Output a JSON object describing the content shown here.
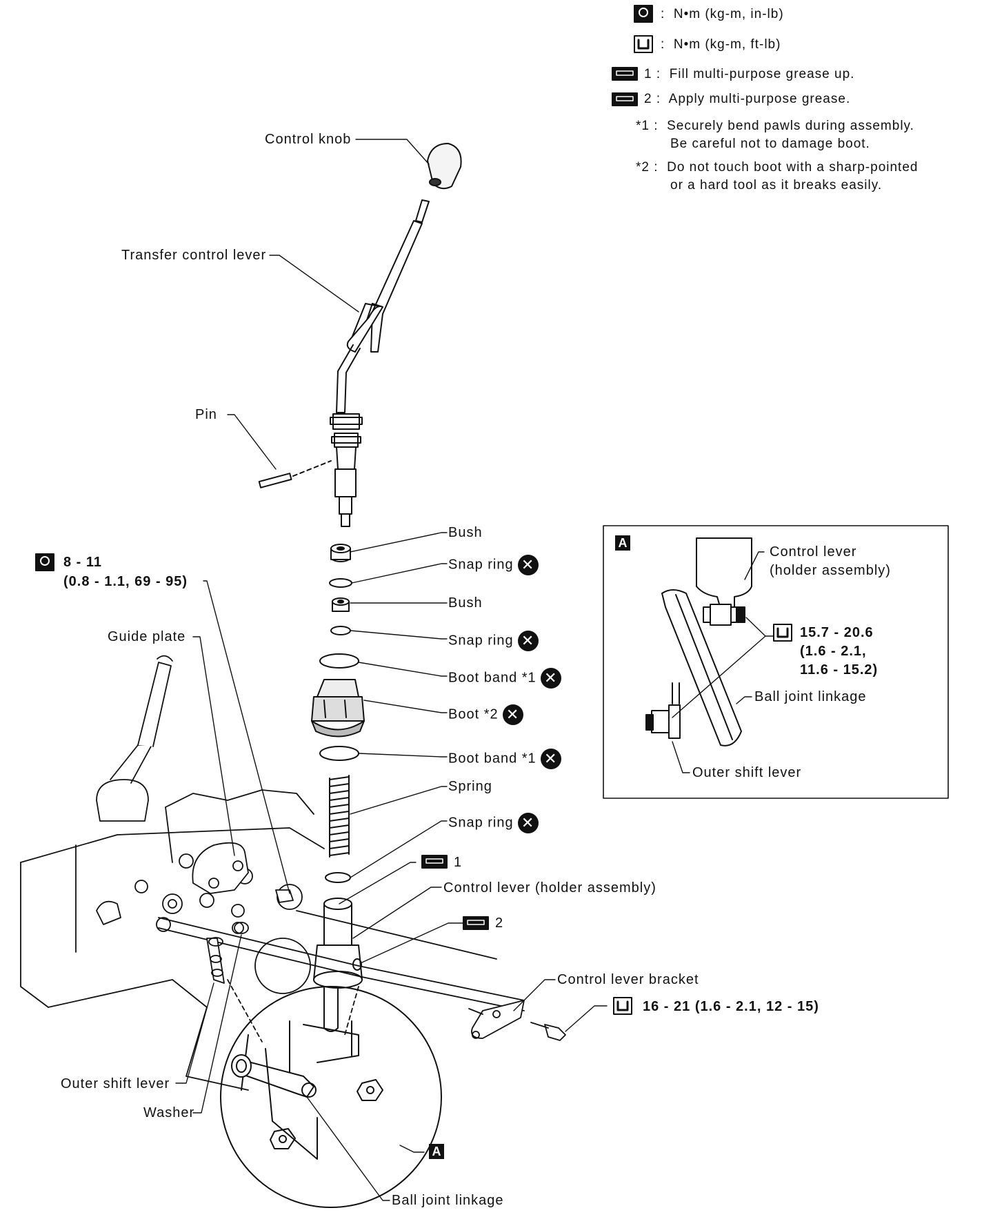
{
  "legend": {
    "torque_inlb": "N•m (kg-m, in-lb)",
    "torque_ftlb": "N•m (kg-m, ft-lb)",
    "grease1_num": "1",
    "grease1_text": "Fill multi-purpose grease up.",
    "grease2_num": "2",
    "grease2_text": "Apply multi-purpose grease.",
    "note1_mark": "*1",
    "note1_line1": "Securely bend pawls during assembly.",
    "note1_line2": "Be careful not to damage boot.",
    "note2_mark": "*2",
    "note2_line1": "Do not touch boot with a sharp-pointed",
    "note2_line2": "or a hard tool as it breaks easily."
  },
  "labels": {
    "control_knob": "Control knob",
    "transfer_control_lever": "Transfer control lever",
    "pin": "Pin",
    "bush1": "Bush",
    "snap_ring1": "Snap ring",
    "bush2": "Bush",
    "snap_ring2": "Snap ring",
    "boot_band1": "Boot band *1",
    "boot": "Boot *2",
    "boot_band2": "Boot band *1",
    "spring": "Spring",
    "snap_ring3": "Snap ring",
    "grease_ref1": "1",
    "control_lever_holder": "Control lever (holder assembly)",
    "grease_ref2": "2",
    "control_lever_bracket": "Control lever bracket",
    "guide_plate": "Guide plate",
    "outer_shift_lever": "Outer shift lever",
    "washer": "Washer",
    "ball_joint_linkage": "Ball joint linkage",
    "detail_ref": "A"
  },
  "torque": {
    "guide_line1": "8 - 11",
    "guide_line2": "(0.8 - 1.1, 69 - 95)",
    "bracket": "16 - 21 (1.6 - 2.1, 12 - 15)"
  },
  "detail": {
    "tag": "A",
    "control_lever_line1": "Control lever",
    "control_lever_line2": "(holder assembly)",
    "torque_line1": "15.7 - 20.6",
    "torque_line2": "(1.6 - 2.1,",
    "torque_line3": "11.6 - 15.2)",
    "ball_joint_linkage": "Ball joint linkage",
    "outer_shift_lever": "Outer shift lever"
  },
  "icons": [
    "torque-wrench-icon",
    "grease-gun-icon",
    "replace-part-x-icon"
  ]
}
